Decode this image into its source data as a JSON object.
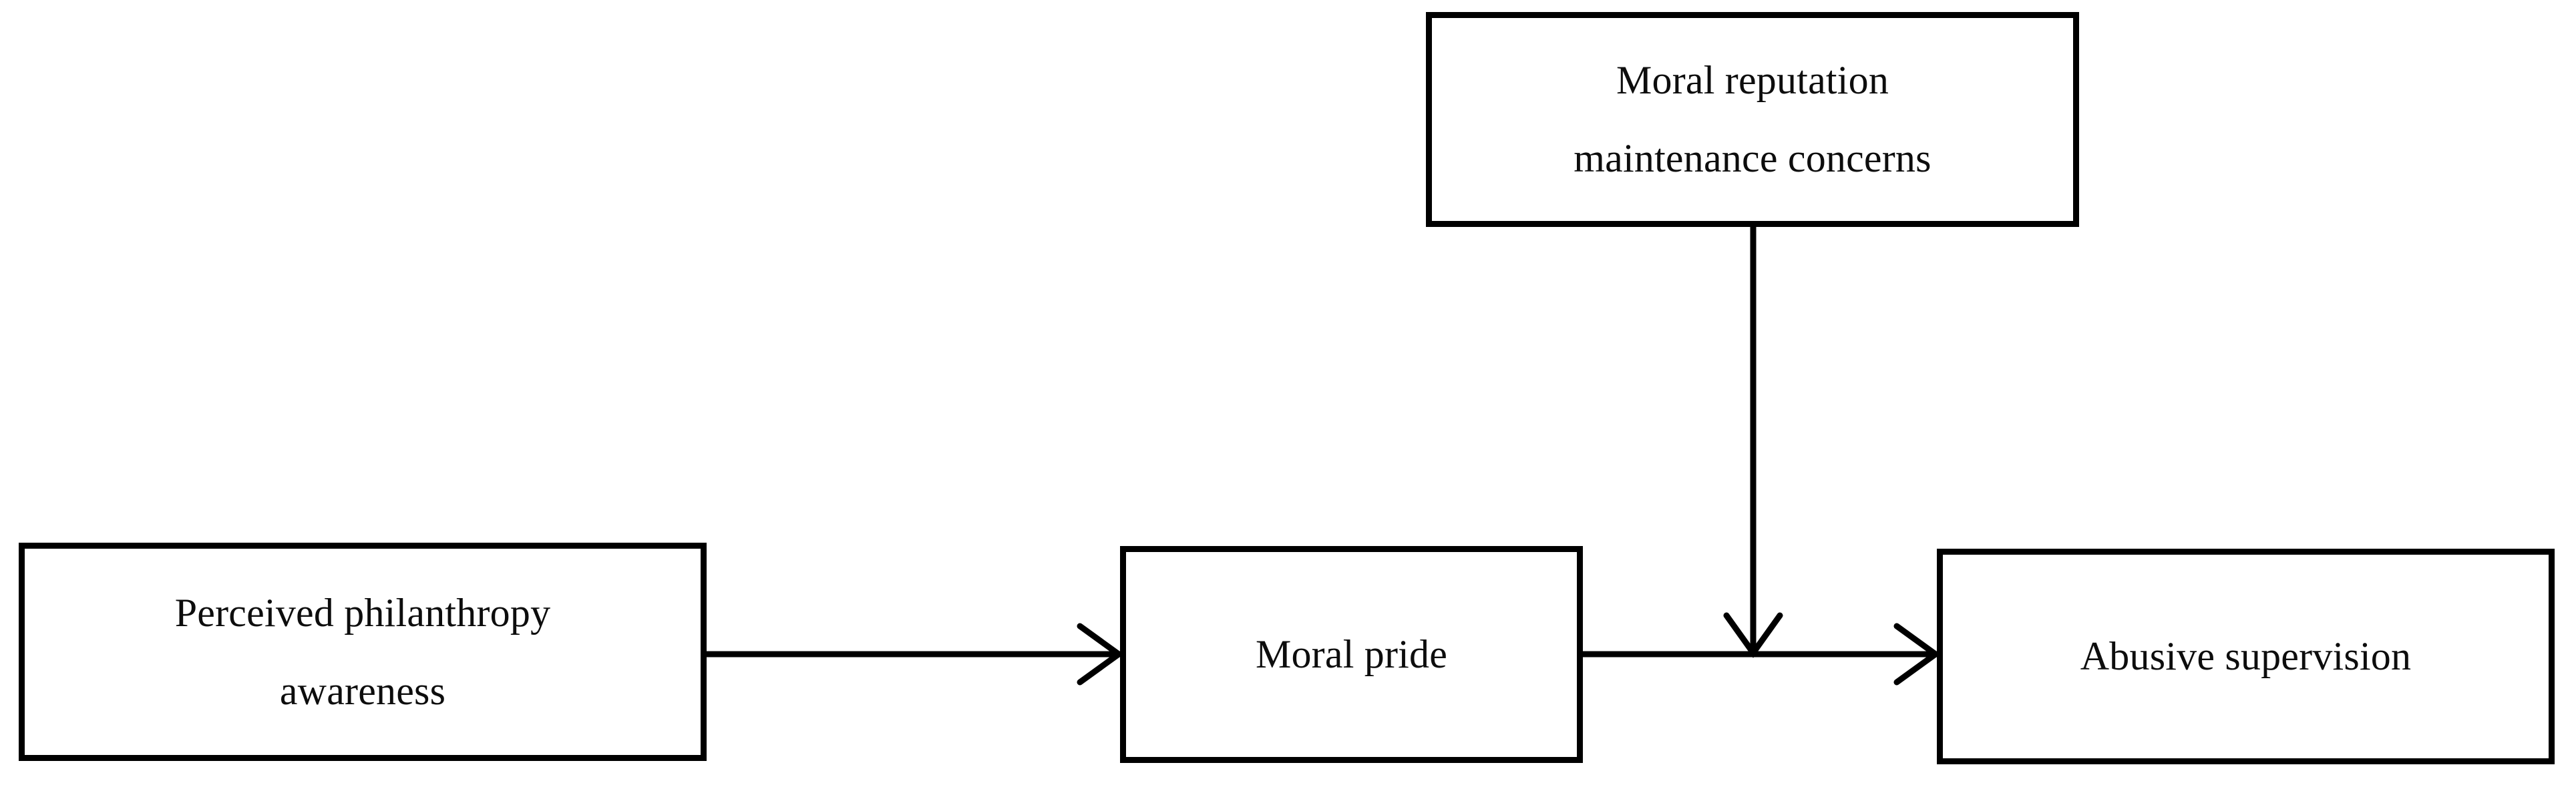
{
  "diagram": {
    "type": "conceptual-model-path-diagram",
    "background_color": "#ffffff",
    "stroke_color": "#000000",
    "text_color": "#0d0d0d",
    "nodes": [
      {
        "id": "moral-reputation",
        "lines": [
          "Moral reputation",
          "maintenance concerns"
        ],
        "role": "moderator"
      },
      {
        "id": "perceived-philanthropy",
        "lines": [
          "Perceived philanthropy",
          "awareness"
        ],
        "role": "independent-variable"
      },
      {
        "id": "moral-pride",
        "lines": [
          "Moral pride"
        ],
        "role": "mediator"
      },
      {
        "id": "abusive-supervision",
        "lines": [
          "Abusive supervision"
        ],
        "role": "dependent-variable"
      }
    ],
    "connectors": [
      {
        "id": "philanthropy-to-pride",
        "from": "perceived-philanthropy",
        "to": "moral-pride",
        "direction": "horizontal-right",
        "arrowhead": "open-v"
      },
      {
        "id": "pride-to-abusive",
        "from": "moral-pride",
        "to": "abusive-supervision",
        "direction": "horizontal-right",
        "arrowhead": "open-v"
      },
      {
        "id": "reputation-moderates-pride-to-abusive",
        "from": "moral-reputation",
        "to": "pride-to-abusive",
        "direction": "vertical-down",
        "arrowhead": "open-v"
      }
    ]
  }
}
